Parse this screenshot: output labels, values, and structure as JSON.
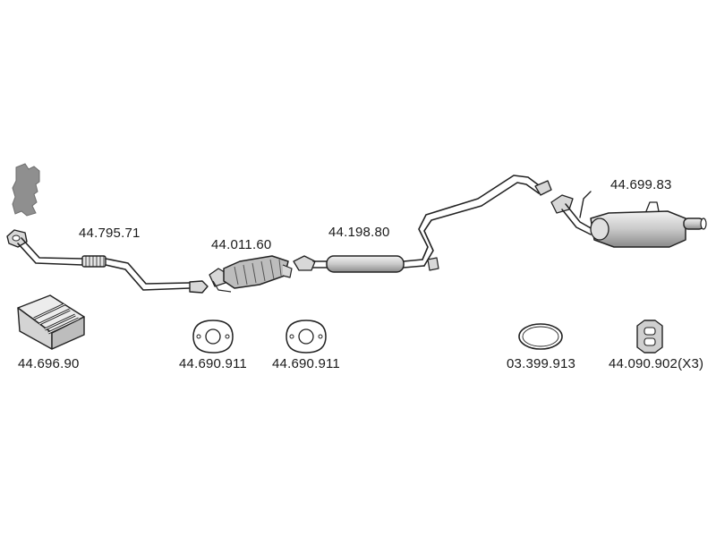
{
  "parts": [
    {
      "id": "manifold-gasket",
      "number": "",
      "icon": "engine-block-icon"
    },
    {
      "id": "front-pipe",
      "number": "44.795.71",
      "icon": "front-pipe-icon"
    },
    {
      "id": "catalytic-converter",
      "number": "44.011.60",
      "icon": "catalytic-converter-icon"
    },
    {
      "id": "middle-silencer",
      "number": "44.198.80",
      "icon": "middle-silencer-icon"
    },
    {
      "id": "rear-silencer",
      "number": "44.699.83",
      "icon": "rear-silencer-icon"
    },
    {
      "id": "mounting-kit",
      "number": "44.696.90",
      "icon": "mounting-kit-box-icon"
    },
    {
      "id": "gasket-1",
      "number": "44.690.911",
      "icon": "flange-gasket-icon"
    },
    {
      "id": "gasket-2",
      "number": "44.690.911",
      "icon": "flange-gasket-icon"
    },
    {
      "id": "seal-ring",
      "number": "03.399.913",
      "icon": "seal-ring-icon"
    },
    {
      "id": "rubber-hanger",
      "number": "44.090.902(X3)",
      "icon": "rubber-hanger-icon"
    }
  ]
}
